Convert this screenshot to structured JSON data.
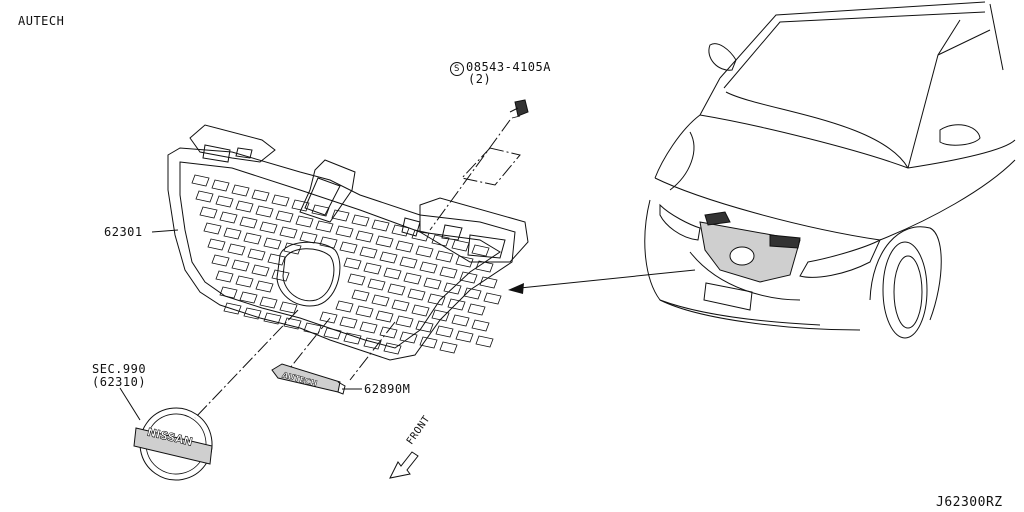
{
  "diagram": {
    "header_label": "AUTECH",
    "drawing_id": "J62300RZ",
    "parts": [
      {
        "number": "62301"
      },
      {
        "number": "08543-4105A",
        "qty": "(2)",
        "prefix_symbol": "S"
      },
      {
        "number": "62890M"
      },
      {
        "number": "SEC.990",
        "sub": "(62310)"
      }
    ],
    "direction_label": "FRONT",
    "emblem_text": "NISSAN",
    "plate_text": "AUTECH"
  }
}
